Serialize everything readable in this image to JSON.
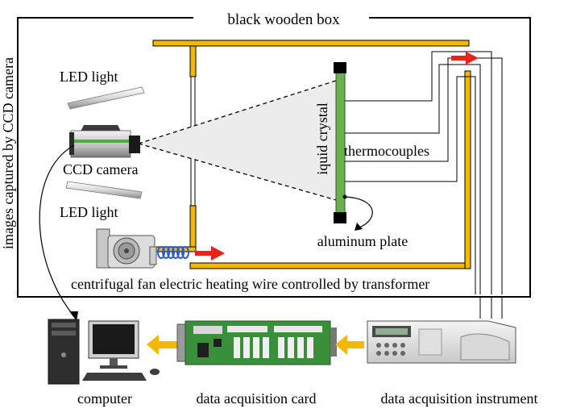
{
  "labels": {
    "box": "black wooden box",
    "side": "images captured by CCD camera",
    "led_top": "LED light",
    "ccd": "CCD camera",
    "led_bottom": "LED light",
    "liquid": "iquid crystal",
    "thermo": "thermocouples",
    "aluminum": "aluminum plate",
    "fan_line": "centrifugal fan electric heating wire controlled by transformer",
    "computer": "computer",
    "daq_card": "data acquisition card",
    "daq_instr": "data acquisition instrument"
  },
  "colors": {
    "duct": "#f5b800",
    "plate": "#6ab04c",
    "arrow_red": "#e8231c",
    "arrow_orange": "#f5b800",
    "board": "#3a8f3a",
    "coil": "#2a5bd7"
  },
  "icons": [
    "led-light-icon",
    "ccd-camera-icon",
    "centrifugal-fan-icon",
    "heating-coil-icon",
    "computer-icon",
    "daq-card-icon",
    "daq-instrument-icon"
  ]
}
